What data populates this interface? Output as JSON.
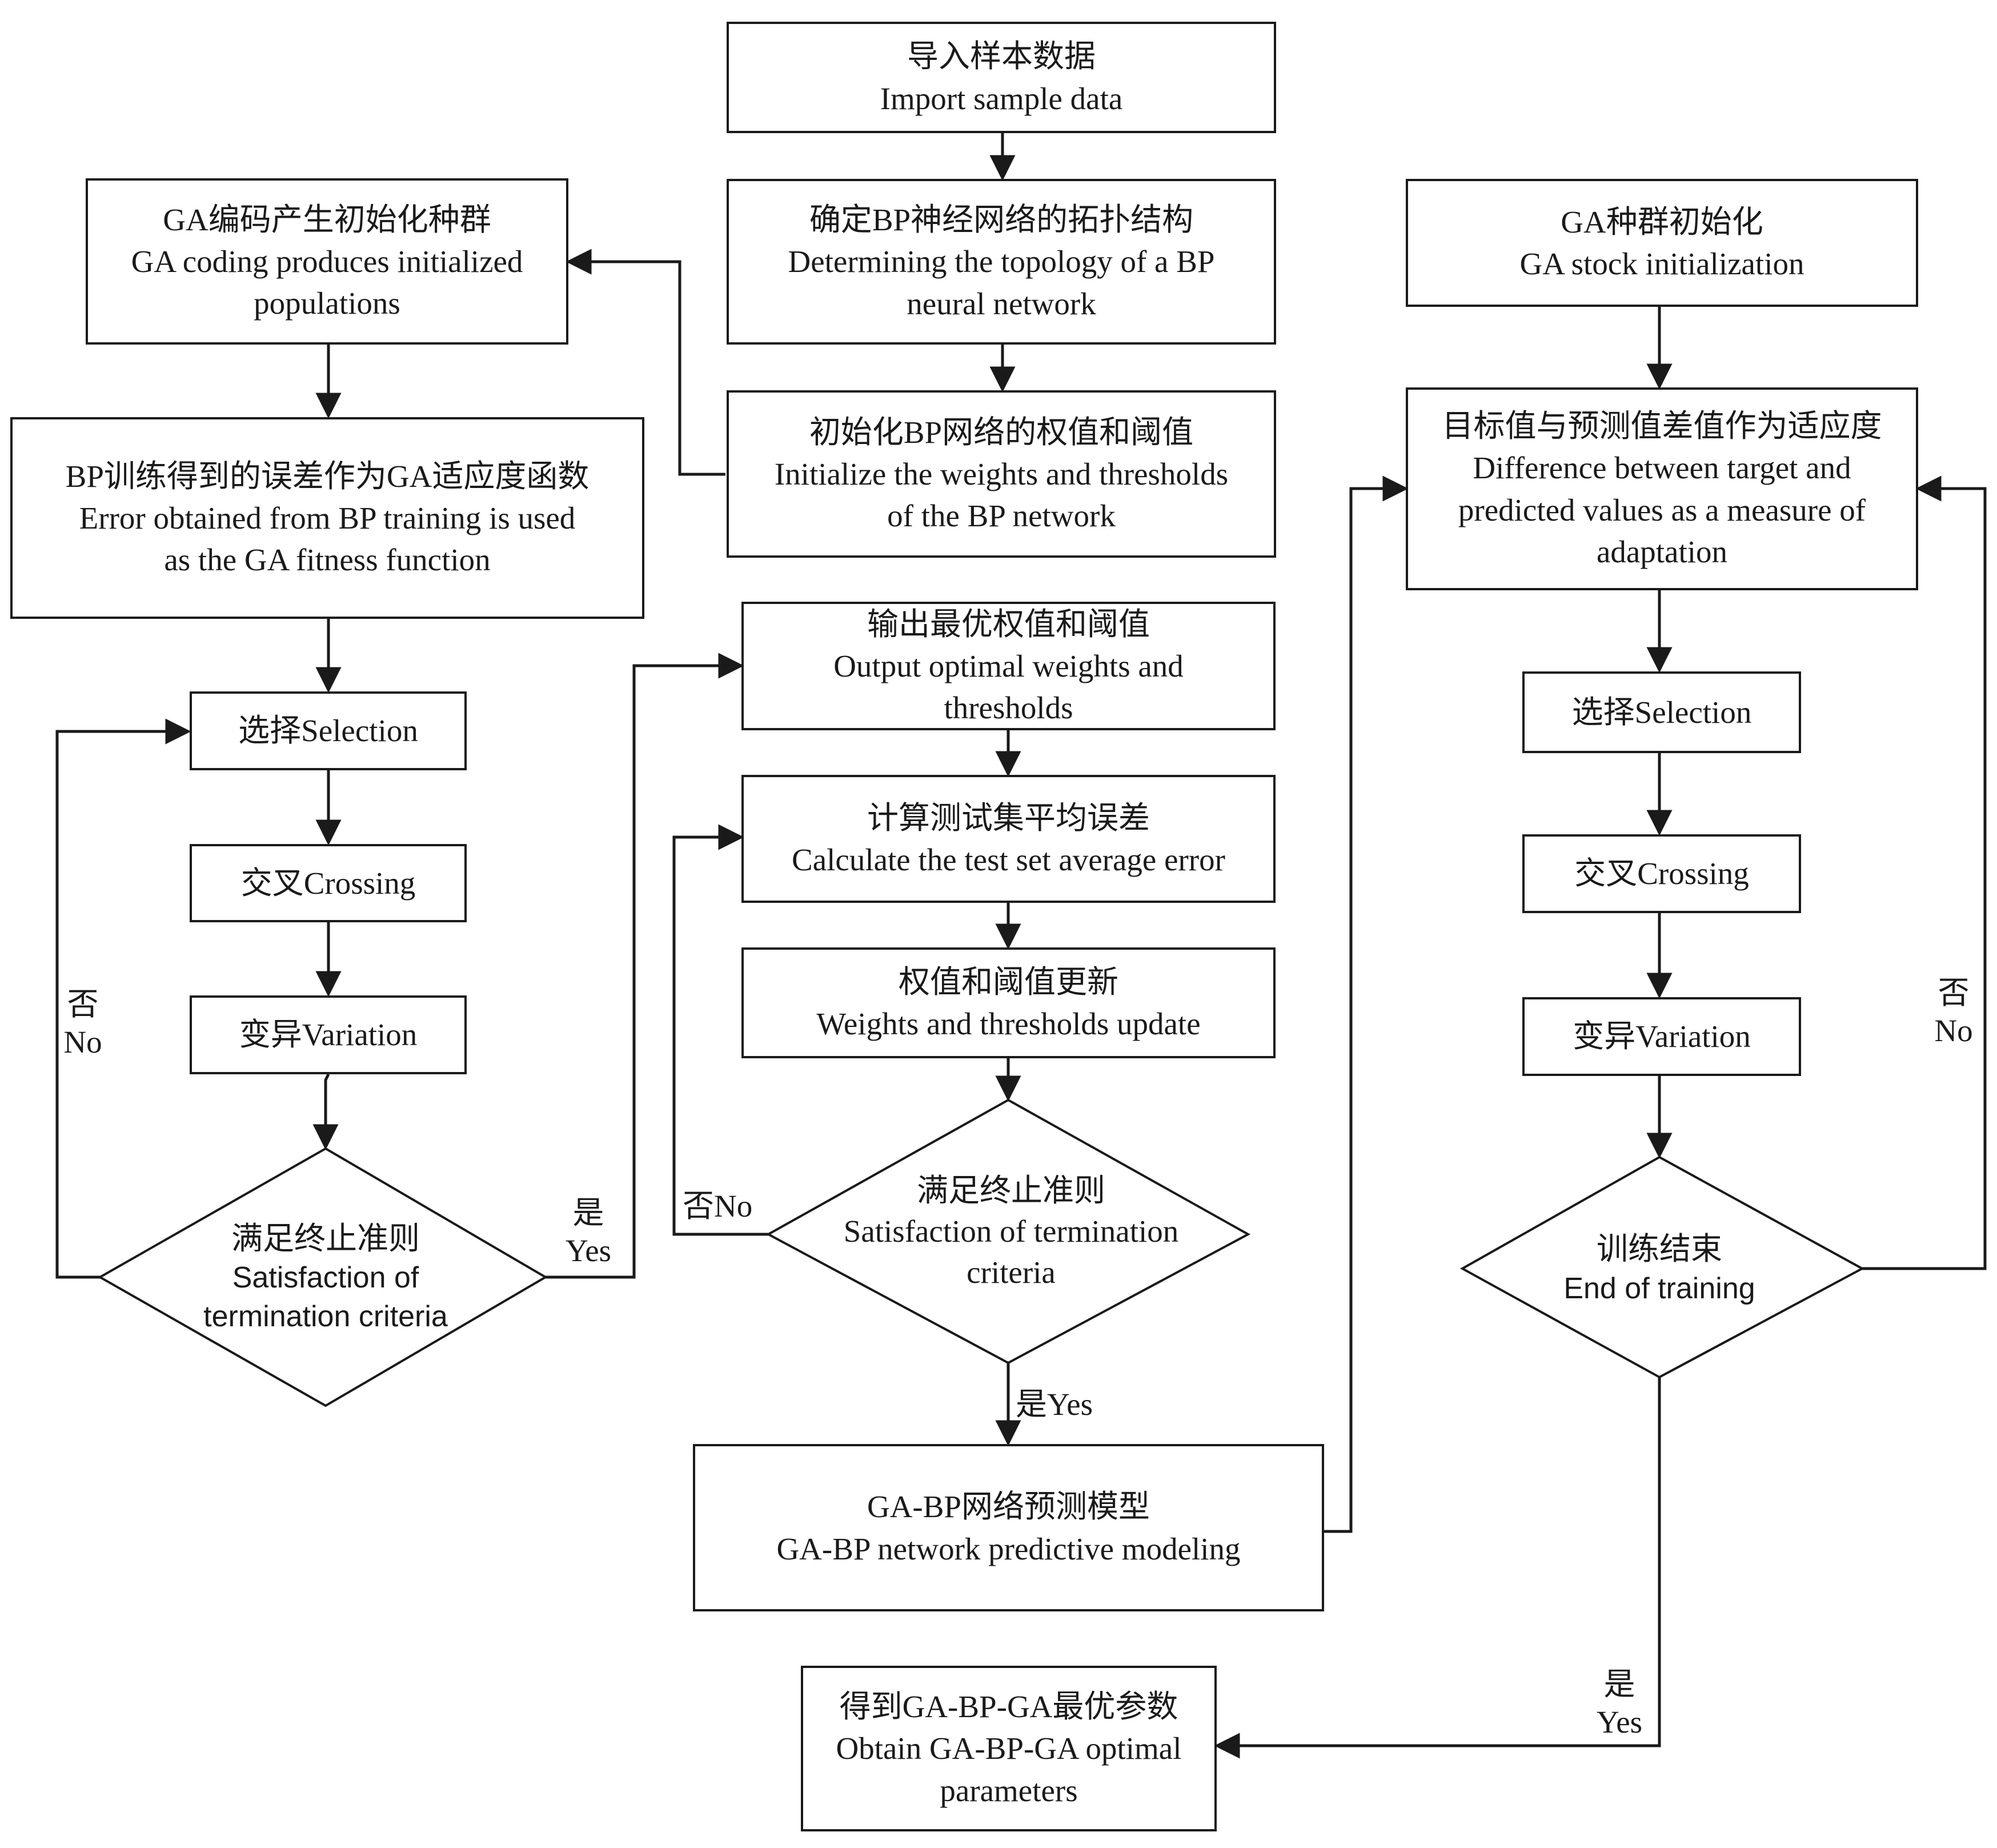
{
  "nodes": {
    "import": {
      "zh": "导入样本数据",
      "en": "Import sample data"
    },
    "topology": {
      "zh": "确定BP神经网络的拓扑结构",
      "en1": "Determining the topology of a BP",
      "en2": "neural network"
    },
    "init_weights": {
      "zh": "初始化BP网络的权值和阈值",
      "en1": "Initialize the weights and thresholds",
      "en2": "of the BP network"
    },
    "ga_coding": {
      "zh": "GA编码产生初始化种群",
      "en1": "GA coding produces initialized",
      "en2": "populations"
    },
    "bp_error": {
      "zh": "BP训练得到的误差作为GA适应度函数",
      "en1": "Error obtained from BP training is used",
      "en2": "as the GA fitness function"
    },
    "left_selection": {
      "text": "选择Selection"
    },
    "left_crossing": {
      "text": "交叉Crossing"
    },
    "left_variation": {
      "text": "变异Variation"
    },
    "left_decision": {
      "zh": "满足终止准则",
      "en1": "Satisfaction of",
      "en2": "termination criteria"
    },
    "output_optimal": {
      "zh": "输出最优权值和阈值",
      "en1": "Output optimal weights and",
      "en2": "thresholds"
    },
    "calc_error": {
      "zh": "计算测试集平均误差",
      "en": "Calculate the test set average error"
    },
    "update": {
      "zh": "权值和阈值更新",
      "en": "Weights and thresholds update"
    },
    "mid_decision": {
      "zh": "满足终止准则",
      "en1": "Satisfaction of termination",
      "en2": "criteria"
    },
    "gabp_model": {
      "zh": "GA-BP网络预测模型",
      "en": "GA-BP network predictive modeling"
    },
    "ga_stock": {
      "zh": "GA种群初始化",
      "en": "GA stock initialization"
    },
    "difference": {
      "zh": "目标值与预测值差值作为适应度",
      "en1": "Difference between target and",
      "en2": "predicted values as a measure of",
      "en3": "adaptation"
    },
    "right_selection": {
      "text": "选择Selection"
    },
    "right_crossing": {
      "text": "交叉Crossing"
    },
    "right_variation": {
      "text": "变异Variation"
    },
    "end_training": {
      "zh": "训练结束",
      "en": "End of training"
    },
    "final": {
      "zh": "得到GA-BP-GA最优参数",
      "en1": "Obtain GA-BP-GA optimal",
      "en2": "parameters"
    }
  },
  "labels": {
    "left_no": {
      "zh": "否",
      "en": "No"
    },
    "left_yes": {
      "zh": "是",
      "en": "Yes"
    },
    "mid_no": {
      "text": "否No"
    },
    "mid_yes": {
      "text": "是Yes"
    },
    "right_no": {
      "zh": "否",
      "en": "No"
    },
    "right_yes": {
      "zh": "是",
      "en": "Yes"
    }
  },
  "colors": {
    "line": "#1a1a1a",
    "fill": "#ffffff"
  }
}
